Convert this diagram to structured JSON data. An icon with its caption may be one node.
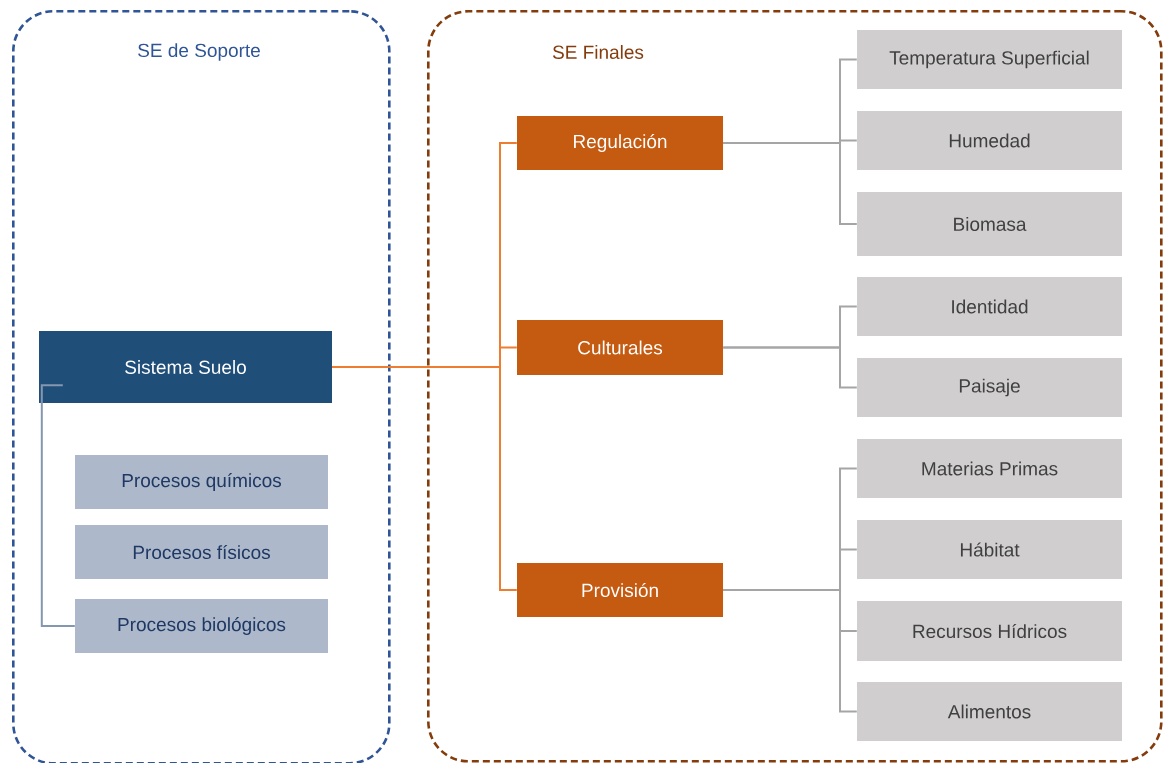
{
  "diagram": {
    "nodes": [
      {
        "text": [
          "SE de Soporte"
        ]
      },
      {
        "text": [
          "Sistema Suelo"
        ],
        "in": 0
      },
      {
        "text": [
          "Procesos químicos"
        ],
        "in": 0
      },
      {
        "text": [
          "Procesos físicos"
        ],
        "in": 0
      },
      {
        "text": [
          "Procesos biológicos"
        ],
        "in": 0
      },
      {
        "text": [
          "SE Finales"
        ]
      },
      {
        "text": [
          "Regulación"
        ],
        "in": 5
      },
      {
        "text": [
          "Culturales"
        ],
        "in": 5
      },
      {
        "text": [
          "Provisión"
        ],
        "in": 5
      },
      {
        "text": [
          "Temperatura Superficial"
        ],
        "in": 5
      },
      {
        "text": [
          "Humedad"
        ],
        "in": 5
      },
      {
        "text": [
          "Biomasa"
        ],
        "in": 5
      },
      {
        "text": [
          "Identidad"
        ],
        "in": 5
      },
      {
        "text": [
          "Paisaje"
        ],
        "in": 5
      },
      {
        "text": [
          "Materias Primas"
        ],
        "in": 5
      },
      {
        "text": [
          "Hábitat"
        ],
        "in": 5
      },
      {
        "text": [
          "Recursos Hídricos"
        ],
        "in": 5
      },
      {
        "text": [
          "Alimentos"
        ],
        "in": 5
      }
    ],
    "edges": [
      {
        "from": 1,
        "to": 4,
        "arrow": "none",
        "color": "#8497b0"
      },
      {
        "from": 1,
        "to": 6,
        "arrow": "none",
        "color": "#ed7d31"
      },
      {
        "from": 1,
        "to": 7,
        "arrow": "none",
        "color": "#ed7d31"
      },
      {
        "from": 1,
        "to": 8,
        "arrow": "none",
        "color": "#ed7d31"
      },
      {
        "from": 6,
        "to": 9,
        "arrow": "none"
      },
      {
        "from": 6,
        "to": 10,
        "arrow": "none"
      },
      {
        "from": 6,
        "to": 11,
        "arrow": "none"
      },
      {
        "from": 7,
        "to": 12,
        "arrow": "none"
      },
      {
        "from": 7,
        "to": 13,
        "arrow": "none"
      },
      {
        "from": 8,
        "to": 14,
        "arrow": "none"
      },
      {
        "from": 8,
        "to": 15,
        "arrow": "none"
      },
      {
        "from": 8,
        "to": 16,
        "arrow": "none"
      },
      {
        "from": 8,
        "to": 17,
        "arrow": "none"
      }
    ]
  }
}
